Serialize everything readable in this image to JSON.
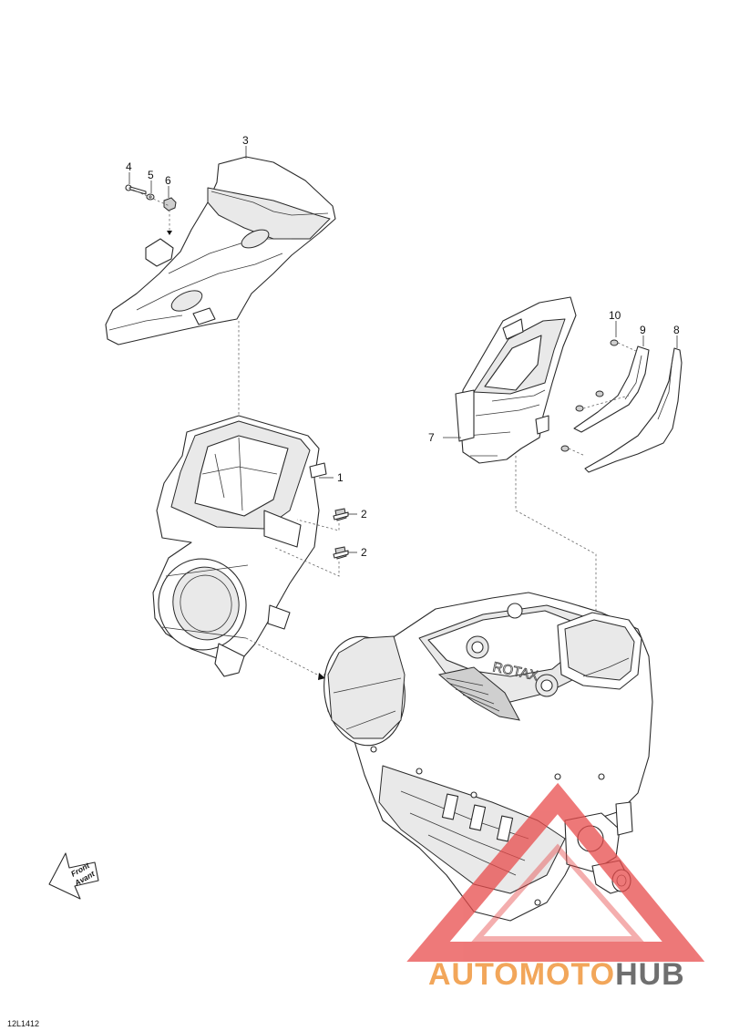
{
  "callouts": {
    "c1": "1",
    "c2a": "2",
    "c2b": "2",
    "c3": "3",
    "c4": "4",
    "c5": "5",
    "c6": "6",
    "c7": "7",
    "c8": "8",
    "c9": "9",
    "c10": "10"
  },
  "front_arrow": {
    "line1": "Front",
    "line2": "Avant"
  },
  "engine_marking": "ROTAX",
  "figure_code": "12L1412",
  "watermark": {
    "part1": "AUTOMOTO",
    "part2": "HUB",
    "color_orange": "#f2a65a",
    "color_gray": "#6f6f6f",
    "color_red": "#e84c4c"
  }
}
